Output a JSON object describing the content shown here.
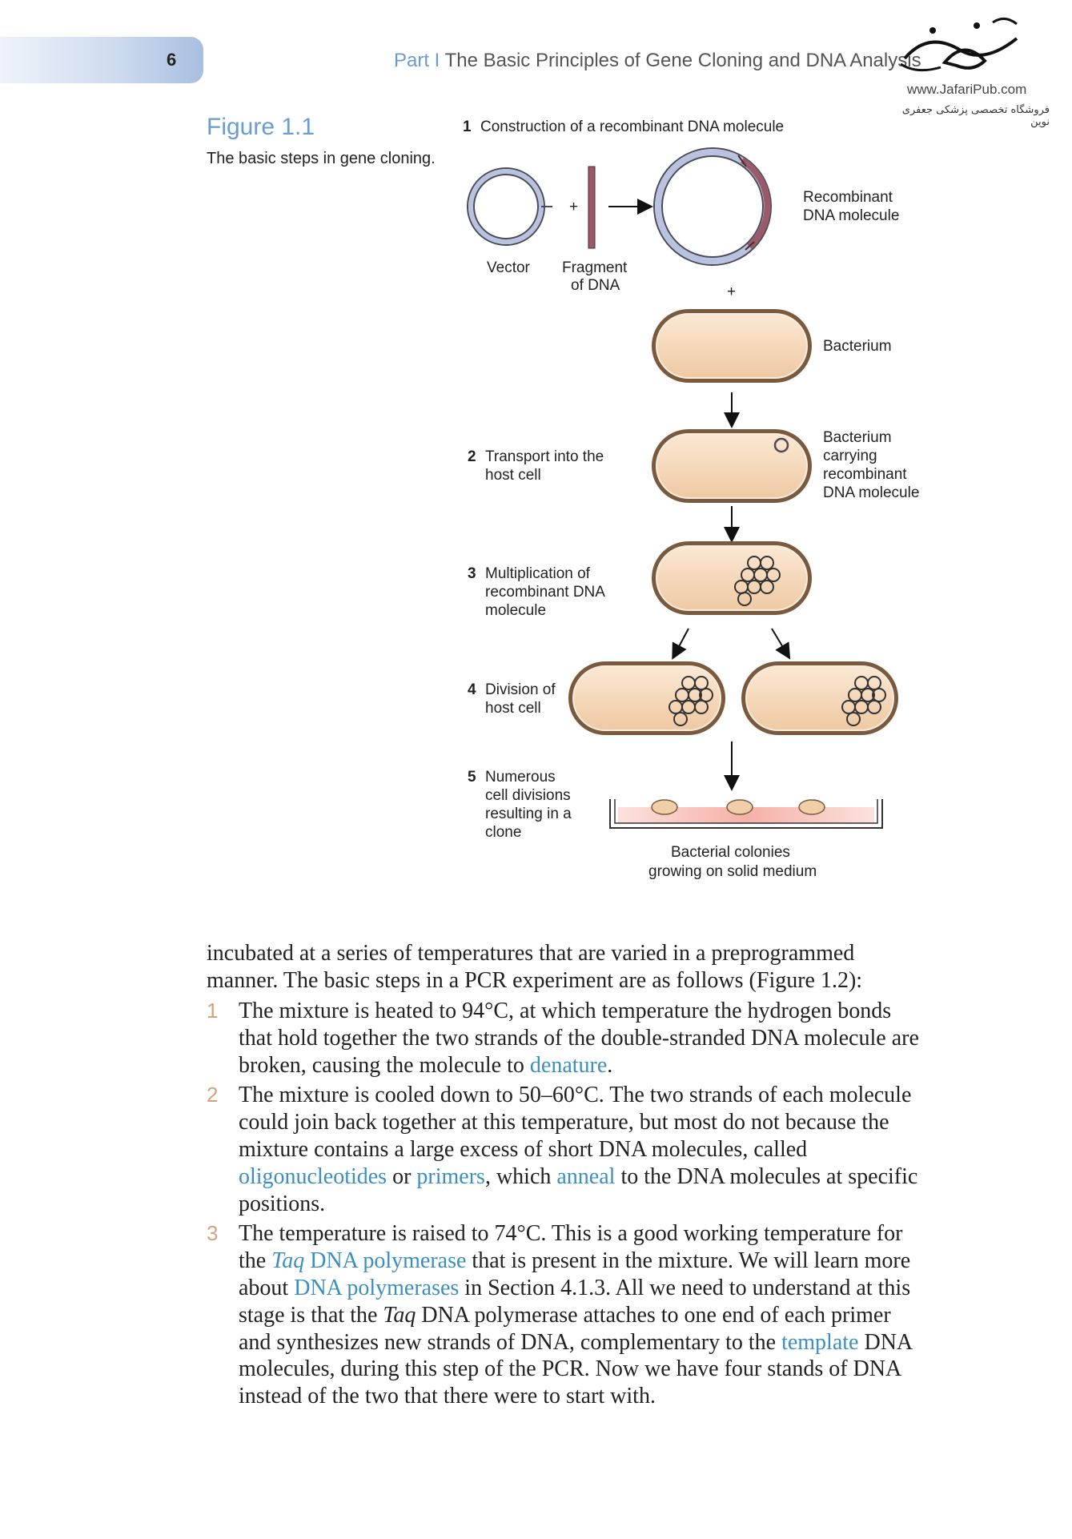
{
  "header": {
    "page_number": "6",
    "part_label": "Part I",
    "part_title": "The Basic Principles of Gene Cloning and DNA Analysis",
    "logo_url": "www.JafariPub.com",
    "logo_tagline": "فروشگاه تخصصی پزشکی جعفری نوین"
  },
  "figure": {
    "label": "Figure 1.1",
    "caption": "The basic steps in gene cloning.",
    "step1": {
      "num": "1",
      "text": "Construction of a recombinant DNA molecule"
    },
    "vector": "Vector",
    "fragment_line1": "Fragment",
    "fragment_line2": "of DNA",
    "plus": "+",
    "recombinant_line1": "Recombinant",
    "recombinant_line2": "DNA molecule",
    "bacterium": "Bacterium",
    "step2": {
      "num": "2",
      "line1": "Transport into the",
      "line2": "host cell"
    },
    "carrying": [
      "Bacterium",
      "carrying",
      "recombinant",
      "DNA molecule"
    ],
    "step3": {
      "num": "3",
      "lines": [
        "Multiplication of",
        "recombinant DNA",
        "molecule"
      ]
    },
    "step4": {
      "num": "4",
      "lines": [
        "Division of",
        "host cell"
      ]
    },
    "step5": {
      "num": "5",
      "lines": [
        "Numerous",
        "cell divisions",
        "resulting in a",
        "clone"
      ]
    },
    "colonies_line1": "Bacterial colonies",
    "colonies_line2": "growing on solid medium"
  },
  "body": {
    "intro": "incubated at a series of temperatures that are varied in a preprogrammed manner. The basic steps in a PCR experiment are as follows (Figure 1.2):",
    "items": [
      {
        "marker": "1",
        "a": "The mixture is heated to 94°C, at which temperature the hydrogen bonds that hold together the two strands of the double-stranded DNA molecule are broken, causing the molecule to ",
        "t1": "denature",
        "b": "."
      },
      {
        "marker": "2",
        "a": "The mixture is cooled down to 50–60°C. The two strands of each molecule could join back together at this temperature, but most do not because the mixture contains a large excess of short DNA mol­ecules, called ",
        "t1": "oligonucleotides",
        "b": " or ",
        "t2": "primers",
        "c": ", which ",
        "t3": "anneal",
        "d": " to the DNA molecules at specific positions."
      },
      {
        "marker": "3",
        "a": "The temperature is raised to 74°C. This is a good working tempera­ture for the ",
        "t1_it": "Taq",
        "t1": " DNA polymerase",
        "b": " that is present in the mixture. We will learn more about ",
        "t2": "DNA polymerases",
        "c": " in Section 4.1.3. All we need to understand at this stage is that the ",
        "c_it": "Taq",
        "d": " DNA polymerase attaches to one end of each primer and synthesizes new strands of DNA, complementary to the ",
        "t3": "template",
        "e": " DNA molecules, during this step of the PCR. Now we have four stands of DNA instead of the two that there were to start with."
      }
    ]
  },
  "colors": {
    "accent_blue": "#6b9ccf",
    "term_blue": "#3b8fbf",
    "marker_tan": "#d3a27e",
    "cell_fill": "#f5d5b4",
    "dna_fragment": "#9a5a6a",
    "vector_ring": "#b9c3df"
  }
}
